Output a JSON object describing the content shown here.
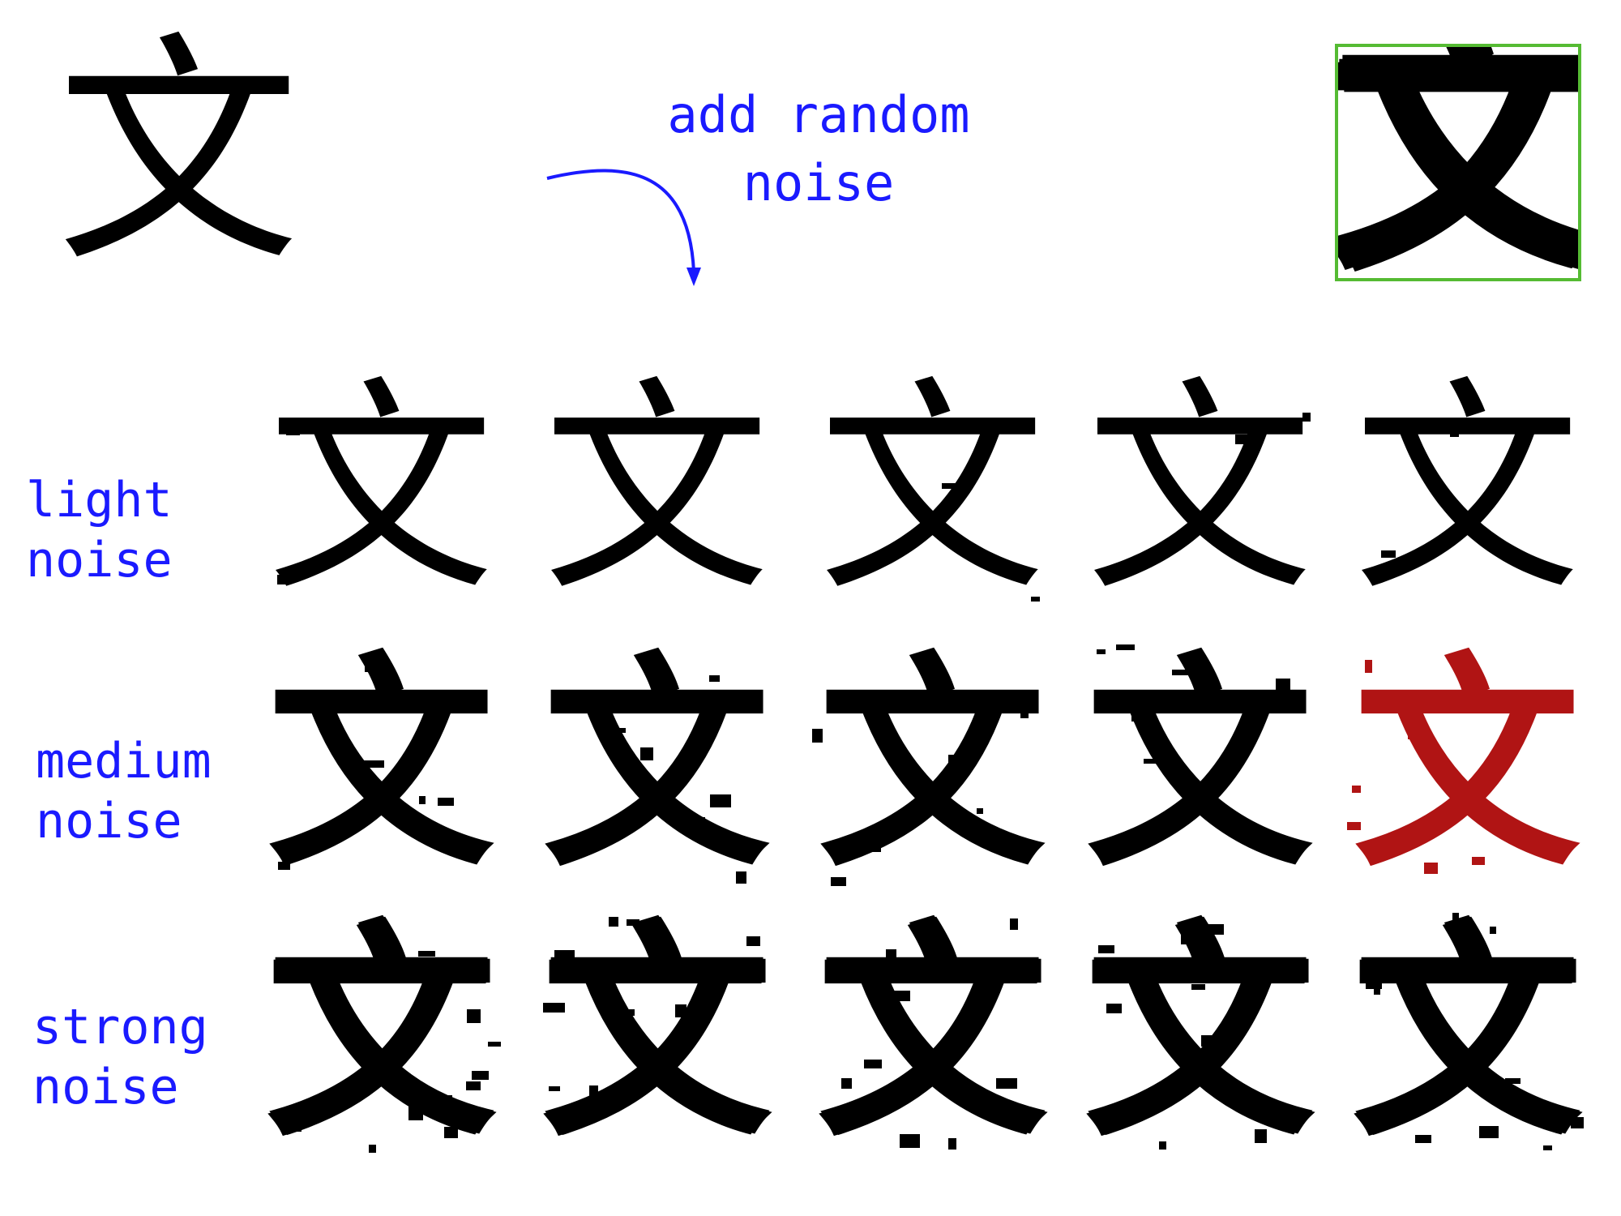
{
  "colors": {
    "annotation": "#1a1aff",
    "highlight_glyph": "#b01414",
    "zoom_border": "#55bb33",
    "glyph": "#000000"
  },
  "original_glyph": "文",
  "annotation": {
    "line1": "add random",
    "line2": "noise"
  },
  "zoom_glyph": "文",
  "rows": [
    {
      "label_line1": "light",
      "label_line2": "noise",
      "samples": [
        "文",
        "文",
        "文",
        "文",
        "文"
      ]
    },
    {
      "label_line1": "medium",
      "label_line2": "noise",
      "samples": [
        "文",
        "文",
        "文",
        "文",
        "文"
      ]
    },
    {
      "label_line1": "strong",
      "label_line2": "noise",
      "samples": [
        "文",
        "文",
        "文",
        "文",
        "文"
      ]
    }
  ],
  "highlighted_sample": {
    "row": 1,
    "col": 4
  }
}
